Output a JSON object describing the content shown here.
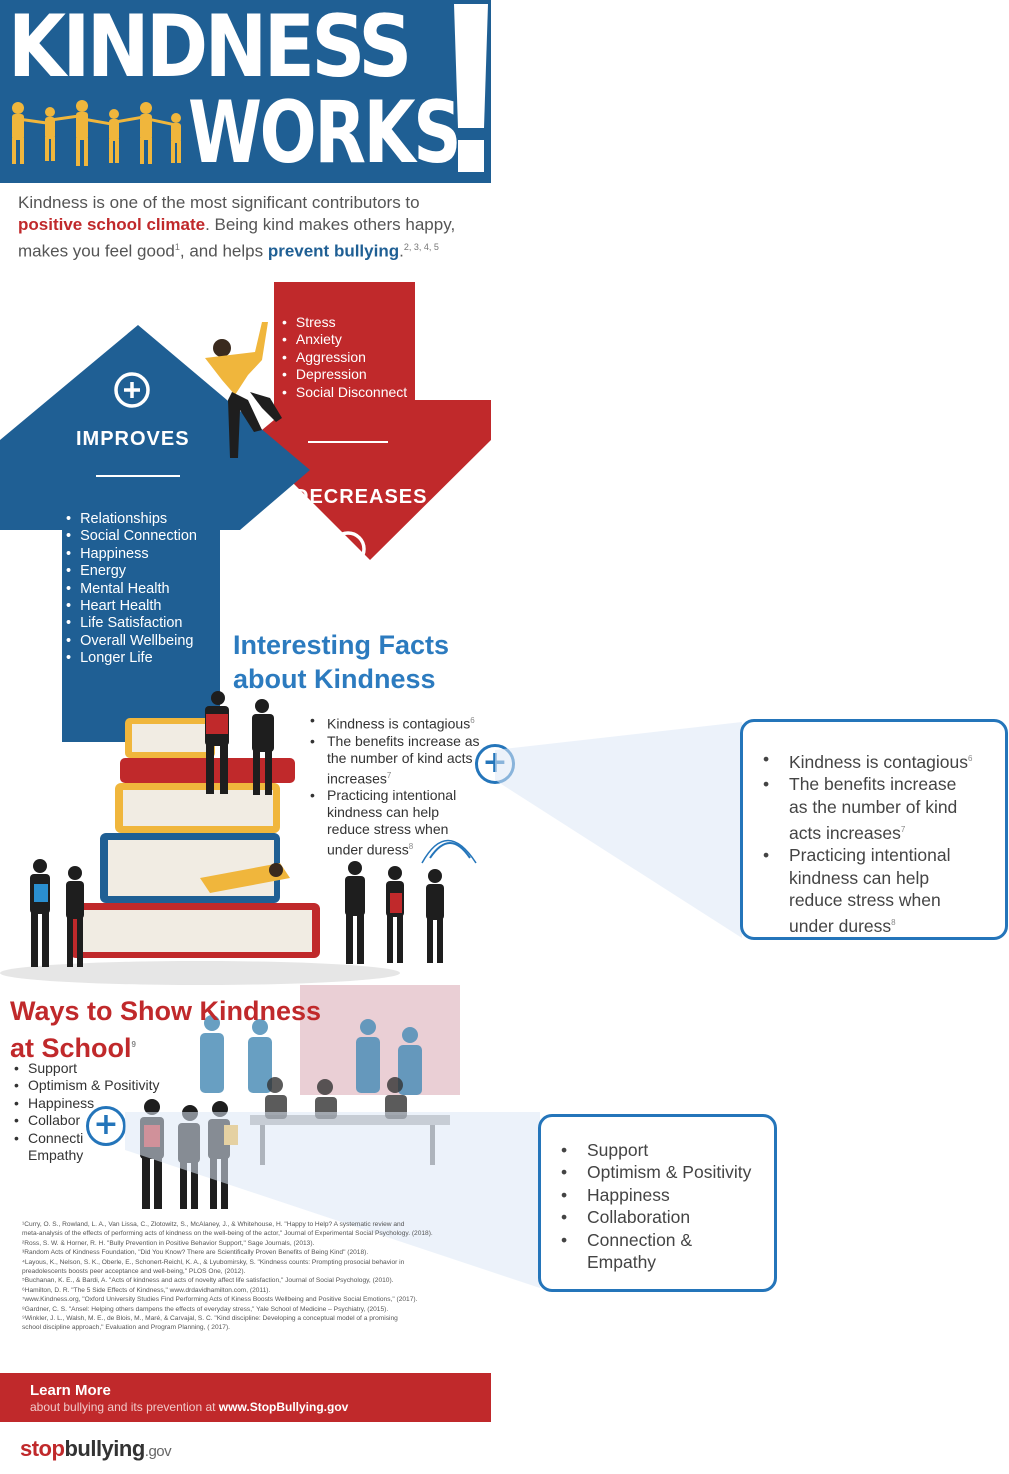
{
  "header": {
    "title_line1": "KINDNESS",
    "title_line2": "WORKS",
    "exclaim": "!"
  },
  "intro": {
    "part1": "Kindness is one of the most significant contributors to ",
    "highlight1": "positive school climate",
    "part2": ". Being kind makes others happy, makes you feel good",
    "ref1": "1",
    "part3": ", and helps ",
    "highlight2": "prevent bullying",
    "part4": ".",
    "ref2": "2, 3, 4, 5"
  },
  "improves": {
    "title": "IMPROVES",
    "items": [
      "Relationships",
      "Social Connection",
      "Happiness",
      "Energy",
      "Mental Health",
      "Heart Health",
      "Life Satisfaction",
      "Overall Wellbeing",
      "Longer Life"
    ]
  },
  "decreases": {
    "title": "DECREASES",
    "items": [
      "Stress",
      "Anxiety",
      "Aggression",
      "Depression",
      "Social Disconnect"
    ]
  },
  "facts": {
    "title_line1": "Interesting Facts",
    "title_line2": "about Kindness",
    "items": [
      {
        "text": "Kindness is contagious",
        "ref": "6"
      },
      {
        "text": "The benefits increase as the number of kind acts increases",
        "ref": "7"
      },
      {
        "text": "Practicing intentional kindness can help reduce stress when under duress",
        "ref": "8"
      }
    ]
  },
  "facts_zoom": {
    "lines": [
      {
        "bullet": true,
        "text": "Kindness is contagious",
        "ref": "6"
      },
      {
        "bullet": true,
        "text": "The benefits increase",
        "ref": ""
      },
      {
        "bullet": false,
        "text": "as the number of kind",
        "ref": ""
      },
      {
        "bullet": false,
        "text": "acts increases",
        "ref": "7"
      },
      {
        "bullet": true,
        "text": "Practicing intentional",
        "ref": ""
      },
      {
        "bullet": false,
        "text": "kindness can help",
        "ref": ""
      },
      {
        "bullet": false,
        "text": "reduce stress when",
        "ref": ""
      },
      {
        "bullet": false,
        "text": "under duress",
        "ref": "8"
      }
    ]
  },
  "ways": {
    "title_line1": "Ways to Show Kindness",
    "title_line2": "at School",
    "ref": "9",
    "items": [
      "Support",
      "Optimism & Positivity",
      "Happiness",
      "Collabor",
      "Connecti",
      "Empathy"
    ]
  },
  "ways_zoom": {
    "items": [
      "Support",
      "Optimism & Positivity",
      "Happiness",
      "Collaboration",
      "Connection &"
    ],
    "continuation": "Empathy"
  },
  "plus_symbol": "+",
  "references": [
    "¹Curry, O. S., Rowland, L. A., Van Lissa, C., Zlotowitz, S., McAlaney, J., & Whitehouse, H. \"Happy to Help? A systematic review and",
    "meta-analysis of the effects of performing acts of kindness on the well-being of the actor,\" Journal of Experimental Social Psychology. (2018).",
    "²Ross, S. W. & Horner, R. H. \"Bully Prevention in Positive Behavior Support,\" Sage Journals, (2013).",
    "³Random Acts of Kindness Foundation, \"Did You Know? There are Scientifically Proven Benefits of Being Kind\" (2018).",
    "⁴Layous, K., Nelson, S. K., Oberle, E., Schonert-Reichl, K. A., & Lyubomirsky, S. \"Kindness counts: Prompting prosocial behavior in",
    "preadolescents boosts peer acceptance and well-being,\" PLOS One, (2012).",
    "⁵Buchanan, K. E., & Bardi, A. \"Acts of kindness and acts of novelty affect life satisfaction,\" Journal of Social Psychology, (2010).",
    "⁶Hamilton, D. R. \"The 5 Side Effects of Kindness,\" www.drdavidhamilton.com, (2011).",
    "⁷www.Kindness.org, \"Oxford University Studies Find Performing Acts of Kiness Boosts Wellbeing and Positive Social Emotions,\" (2017).",
    "⁸Gardner, C. S. \"Ansel: Helping others dampens the effects of everyday stress,\" Yale School of Medicine – Psychiatry, (2015).",
    "⁹Winkler, J. L., Walsh, M. E., de Blois, M., Maré, & Carvajal, S. C. \"Kind discipline: Developing a conceptual model of a promising",
    "school discipline approach,\" Evaluation and Program Planning, ( 2017)."
  ],
  "learn_more": {
    "title": "Learn More",
    "sub_text": "about bullying and its prevention at ",
    "url": "www.StopBullying.gov"
  },
  "logo": {
    "part1": "stop",
    "part2": "bullying",
    "part3": ".gov"
  },
  "colors": {
    "blue": "#1f5f94",
    "red": "#c0292b",
    "accent_blue": "#2475ba"
  }
}
